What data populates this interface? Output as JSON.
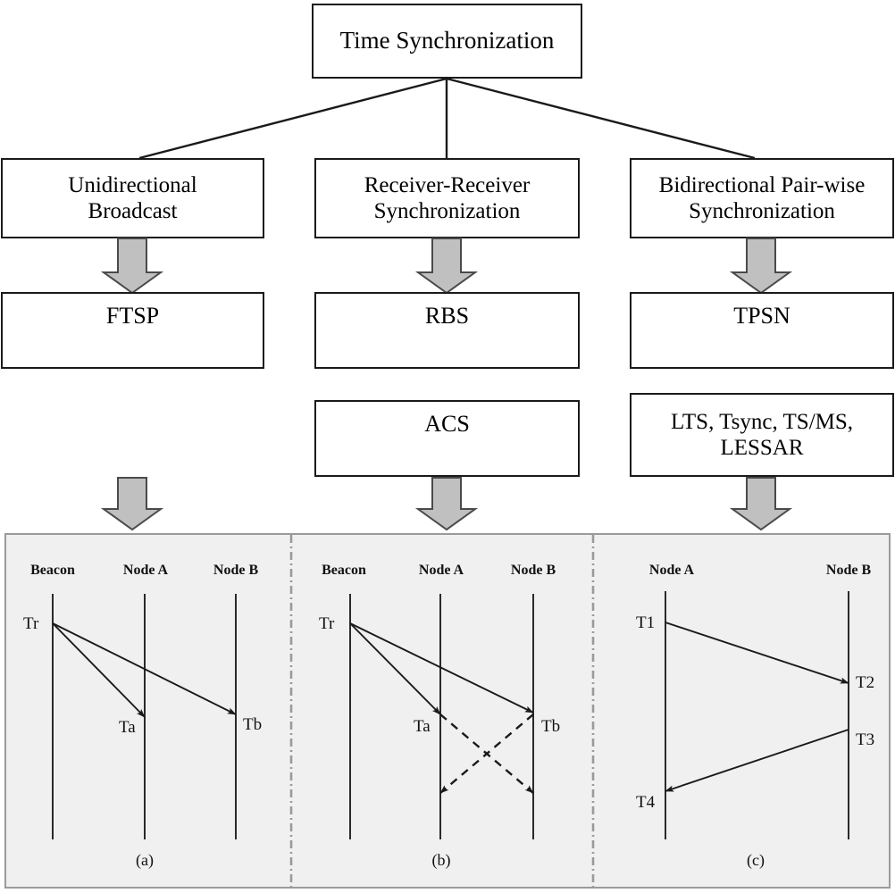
{
  "title": "Time Synchronization",
  "colors": {
    "box_border": "#1a1a1a",
    "arrow_fill": "#c0c0c0",
    "arrow_stroke": "#4a4a4a",
    "panel_bg": "#f0f0f0",
    "panel_border": "#9a9a9a",
    "line": "#1a1a1a",
    "separator": "#9a9a9a"
  },
  "hierarchy": {
    "root": {
      "label": "Time Synchronization"
    },
    "categories": [
      {
        "label": "Unidirectional Broadcast",
        "line1": "Unidirectional",
        "line2": "Broadcast"
      },
      {
        "label": "Receiver-Receiver Synchronization",
        "line1": "Receiver-Receiver",
        "line2": "Synchronization"
      },
      {
        "label": "Bidirectional Pair-wise Synchronization",
        "line1": "Bidirectional Pair-wise",
        "line2": "Synchronization"
      }
    ],
    "protocols": [
      {
        "primary": "FTSP",
        "secondary": null
      },
      {
        "primary": "RBS",
        "secondary": "ACS"
      },
      {
        "primary": "TPSN",
        "secondary": "LTS, Tsync, TS/MS, LESSAR",
        "secondary_line1": "LTS, Tsync, TS/MS,",
        "secondary_line2": "LESSAR"
      }
    ]
  },
  "diagrams": [
    {
      "caption": "(a)",
      "timelines": [
        {
          "name": "Beacon"
        },
        {
          "name": "Node A"
        },
        {
          "name": "Node B"
        }
      ],
      "events": [
        {
          "label": "Tr"
        },
        {
          "label": "Ta"
        },
        {
          "label": "Tb"
        }
      ],
      "messages": [
        {
          "from": "Beacon",
          "to": "Node A",
          "from_event": "Tr",
          "to_event": "Ta",
          "style": "solid"
        },
        {
          "from": "Beacon",
          "to": "Node B",
          "from_event": "Tr",
          "to_event": "Tb",
          "style": "solid"
        }
      ]
    },
    {
      "caption": "(b)",
      "timelines": [
        {
          "name": "Beacon"
        },
        {
          "name": "Node A"
        },
        {
          "name": "Node B"
        }
      ],
      "events": [
        {
          "label": "Tr"
        },
        {
          "label": "Ta"
        },
        {
          "label": "Tb"
        }
      ],
      "messages": [
        {
          "from": "Beacon",
          "to": "Node A",
          "from_event": "Tr",
          "to_event": "Ta",
          "style": "solid"
        },
        {
          "from": "Beacon",
          "to": "Node B",
          "from_event": "Tr",
          "to_event": "Tb",
          "style": "solid"
        },
        {
          "from": "Node A",
          "to": "Node B",
          "from_event": "Ta",
          "to_event": "",
          "style": "dashed"
        },
        {
          "from": "Node B",
          "to": "Node A",
          "from_event": "Tb",
          "to_event": "",
          "style": "dashed"
        }
      ]
    },
    {
      "caption": "(c)",
      "timelines": [
        {
          "name": "Node A"
        },
        {
          "name": "Node B"
        }
      ],
      "events": [
        {
          "label": "T1"
        },
        {
          "label": "T2"
        },
        {
          "label": "T3"
        },
        {
          "label": "T4"
        }
      ],
      "messages": [
        {
          "from": "Node A",
          "to": "Node B",
          "from_event": "T1",
          "to_event": "T2",
          "style": "solid"
        },
        {
          "from": "Node B",
          "to": "Node A",
          "from_event": "T3",
          "to_event": "T4",
          "style": "solid"
        }
      ]
    }
  ]
}
